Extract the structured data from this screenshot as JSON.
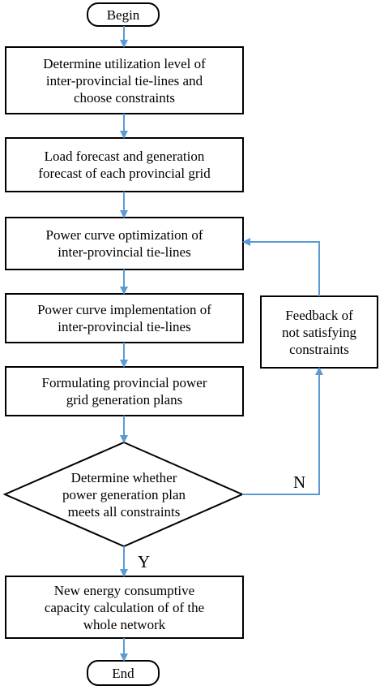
{
  "flowchart": {
    "begin": "Begin",
    "step1": "Determine utilization level of\ninter-provincial tie-lines and\nchoose constraints",
    "step2": "Load forecast and generation\nforecast of each provincial grid",
    "step3": "Power curve optimization of\ninter-provincial tie-lines",
    "step4": "Power curve implementation of\ninter-provincial tie-lines",
    "step5": "Formulating provincial power\ngrid generation plans",
    "decision": "Determine whether\npower generation plan\nmeets all constraints",
    "feedback": "Feedback of\nnot satisfying\nconstraints",
    "final": "New energy consumptive\ncapacity calculation of of the\nwhole network",
    "end": "End",
    "label_no": "N",
    "label_yes": "Y"
  },
  "colors": {
    "arrow": "#5b9bd5",
    "border": "#000000"
  }
}
